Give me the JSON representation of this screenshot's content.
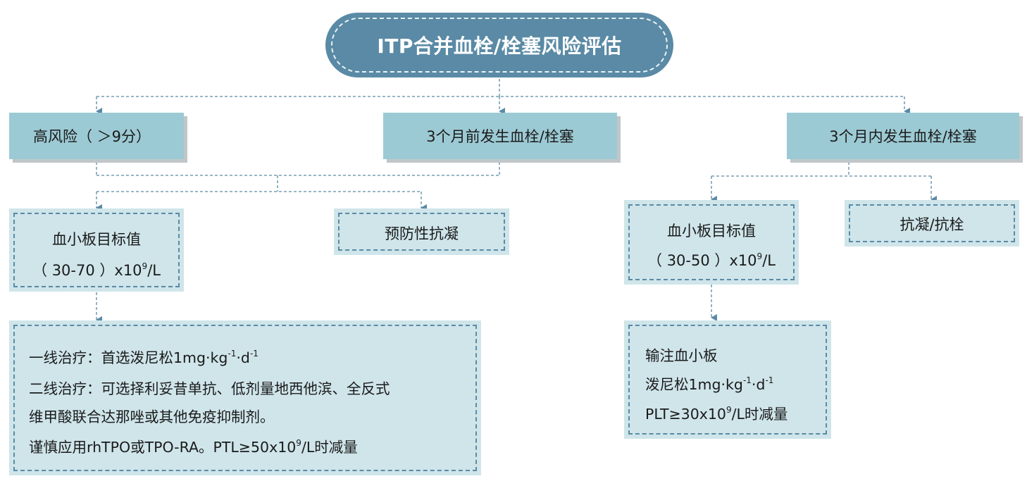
{
  "title": "ITP合并血栓/栓塞风险评估",
  "categories": {
    "high_risk": "高风险（ ＞9分）",
    "before_3m": "3个月前发生血栓/栓塞",
    "within_3m": "3个月内发生血栓/栓塞"
  },
  "left_target": {
    "label": "血小板目标值",
    "range": "（ 30-70 ）x10",
    "exp": "9",
    "unit": "/L"
  },
  "prevent": "预防性抗凝",
  "right_target": {
    "label": "血小板目标值",
    "range": "（ 30-50 ）x10",
    "exp": "9",
    "unit": "/L"
  },
  "anticoag": "抗凝/抗栓",
  "left_treatment": {
    "line1_a": "一线治疗：首选泼尼松1mg·kg",
    "line1_exp1": "-1",
    "line1_b": "·d",
    "line1_exp2": "-1",
    "line2": "二线治疗：可选择利妥昔单抗、低剂量地西他滨、全反式",
    "line3": "维甲酸联合达那唑或其他免疫抑制剂。",
    "line4_a": "谨慎应用rhTPO或TPO-RA。PTL≥50x10",
    "line4_exp": "9",
    "line4_b": "/L时减量"
  },
  "right_treatment": {
    "line1": "输注血小板",
    "line2_a": "泼尼松1mg·kg",
    "line2_exp1": "-1",
    "line2_b": "·d",
    "line2_exp2": "-1",
    "line3_a": "PLT≥30x10",
    "line3_exp": "9",
    "line3_b": "/L时减量"
  },
  "colors": {
    "title_fill": "#5a8aa5",
    "category_fill": "#9ccad4",
    "box_fill": "#cfe5ea",
    "connector": "#5a8aa5"
  }
}
